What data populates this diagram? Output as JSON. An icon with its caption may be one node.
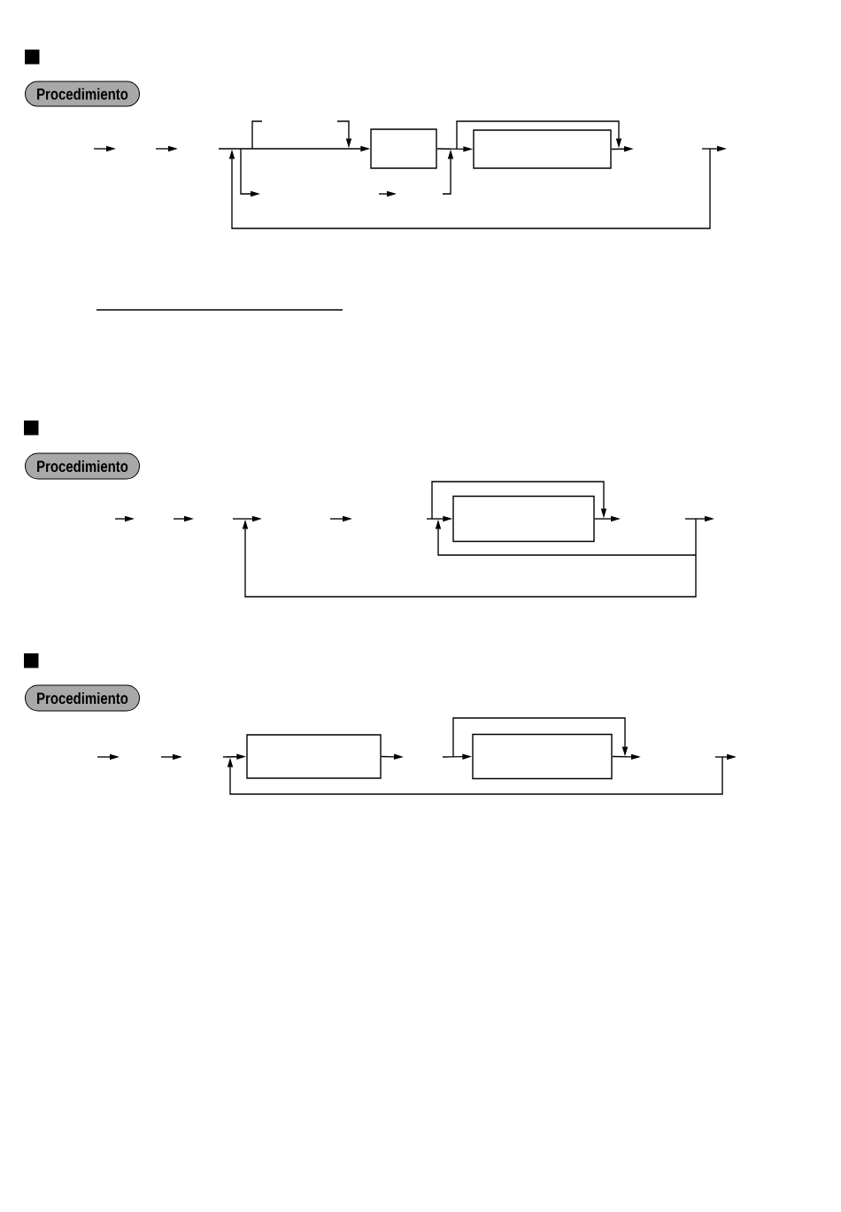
{
  "diagram": {
    "nodes": [
      {
        "text": [
          "Procedimiento"
        ]
      },
      {
        "text": [],
        "shape": "box"
      },
      {
        "text": [],
        "shape": "box"
      },
      {
        "text": [
          "Procedimiento"
        ]
      },
      {
        "text": [],
        "shape": "box"
      },
      {
        "text": [
          "Procedimiento"
        ]
      },
      {
        "text": [],
        "shape": "box"
      },
      {
        "text": [],
        "shape": "box"
      }
    ],
    "edges": [
      {
        "from": null,
        "to": 1,
        "arrow": "to"
      },
      {
        "from": 1,
        "to": 2,
        "arrow": "to"
      },
      {
        "from": 2,
        "to": null,
        "arrow": "to"
      },
      {
        "from": null,
        "to": 4,
        "arrow": "to"
      },
      {
        "from": 4,
        "to": null,
        "arrow": "to"
      },
      {
        "from": null,
        "to": 6,
        "arrow": "to"
      },
      {
        "from": 6,
        "to": null,
        "arrow": "to"
      },
      {
        "from": null,
        "to": 7,
        "arrow": "to"
      },
      {
        "from": 7,
        "to": null,
        "arrow": "to"
      }
    ]
  }
}
